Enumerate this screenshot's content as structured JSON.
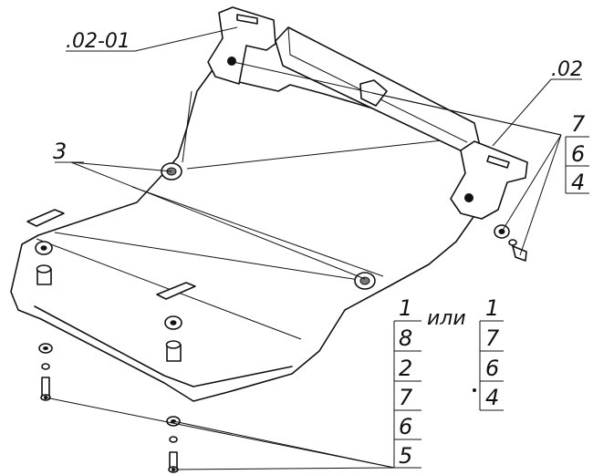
{
  "callouts": {
    "bracket_left": ".02-01",
    "bracket_right": ".02",
    "washer_top": "3",
    "ili": "или"
  },
  "stack_top_right": [
    "7",
    "6",
    "4"
  ],
  "stack_bottom_left": [
    "1",
    "8",
    "2",
    "7",
    "6",
    "5"
  ],
  "stack_bottom_right": [
    "1",
    "7",
    "6",
    "4"
  ]
}
